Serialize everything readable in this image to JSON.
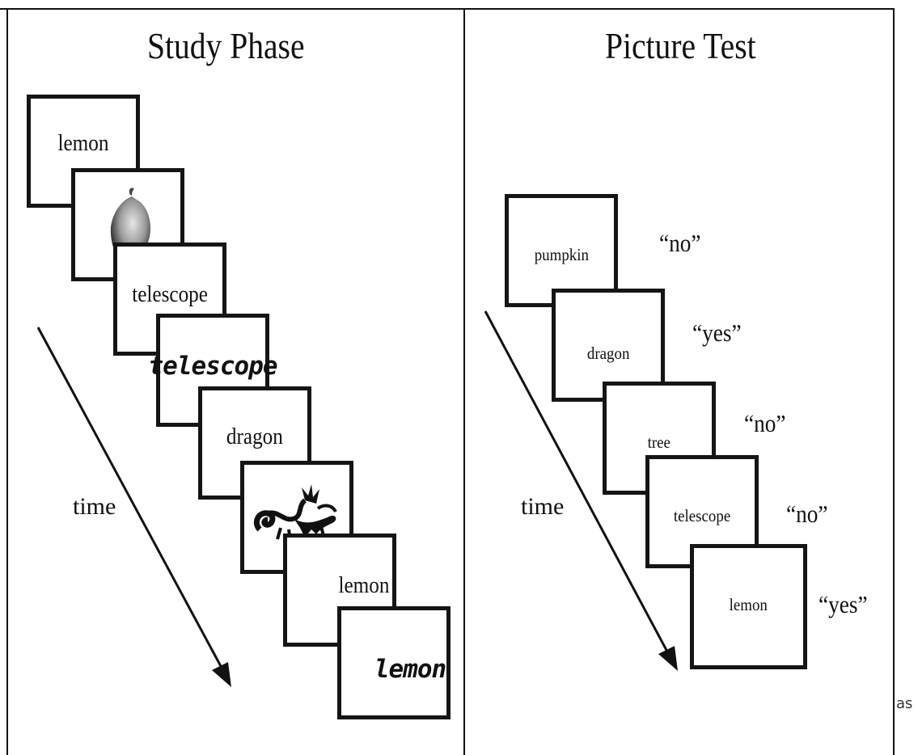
{
  "study_phase": {
    "title": "Study Phase",
    "time_label": "time",
    "cards": [
      {
        "label": "lemon",
        "kind": "word"
      },
      {
        "label": "",
        "kind": "picture",
        "icon": "lemon-photo-icon"
      },
      {
        "label": "telescope",
        "kind": "word"
      },
      {
        "label": "telescope",
        "kind": "handwritten-word"
      },
      {
        "label": "dragon",
        "kind": "word"
      },
      {
        "label": "",
        "kind": "picture",
        "icon": "dragon-drawing-icon"
      },
      {
        "label": "lemon",
        "kind": "word"
      },
      {
        "label": "lemon",
        "kind": "handwritten-word"
      }
    ]
  },
  "picture_test": {
    "title": "Picture Test",
    "time_label": "time",
    "cards": [
      {
        "label": "pumpkin",
        "response": "“no”"
      },
      {
        "label": "dragon",
        "response": "“yes”"
      },
      {
        "label": "tree",
        "response": "“no”"
      },
      {
        "label": "telescope",
        "response": "“no”"
      },
      {
        "label": "lemon",
        "response": "“yes”"
      }
    ]
  },
  "edge_fragment": "as"
}
